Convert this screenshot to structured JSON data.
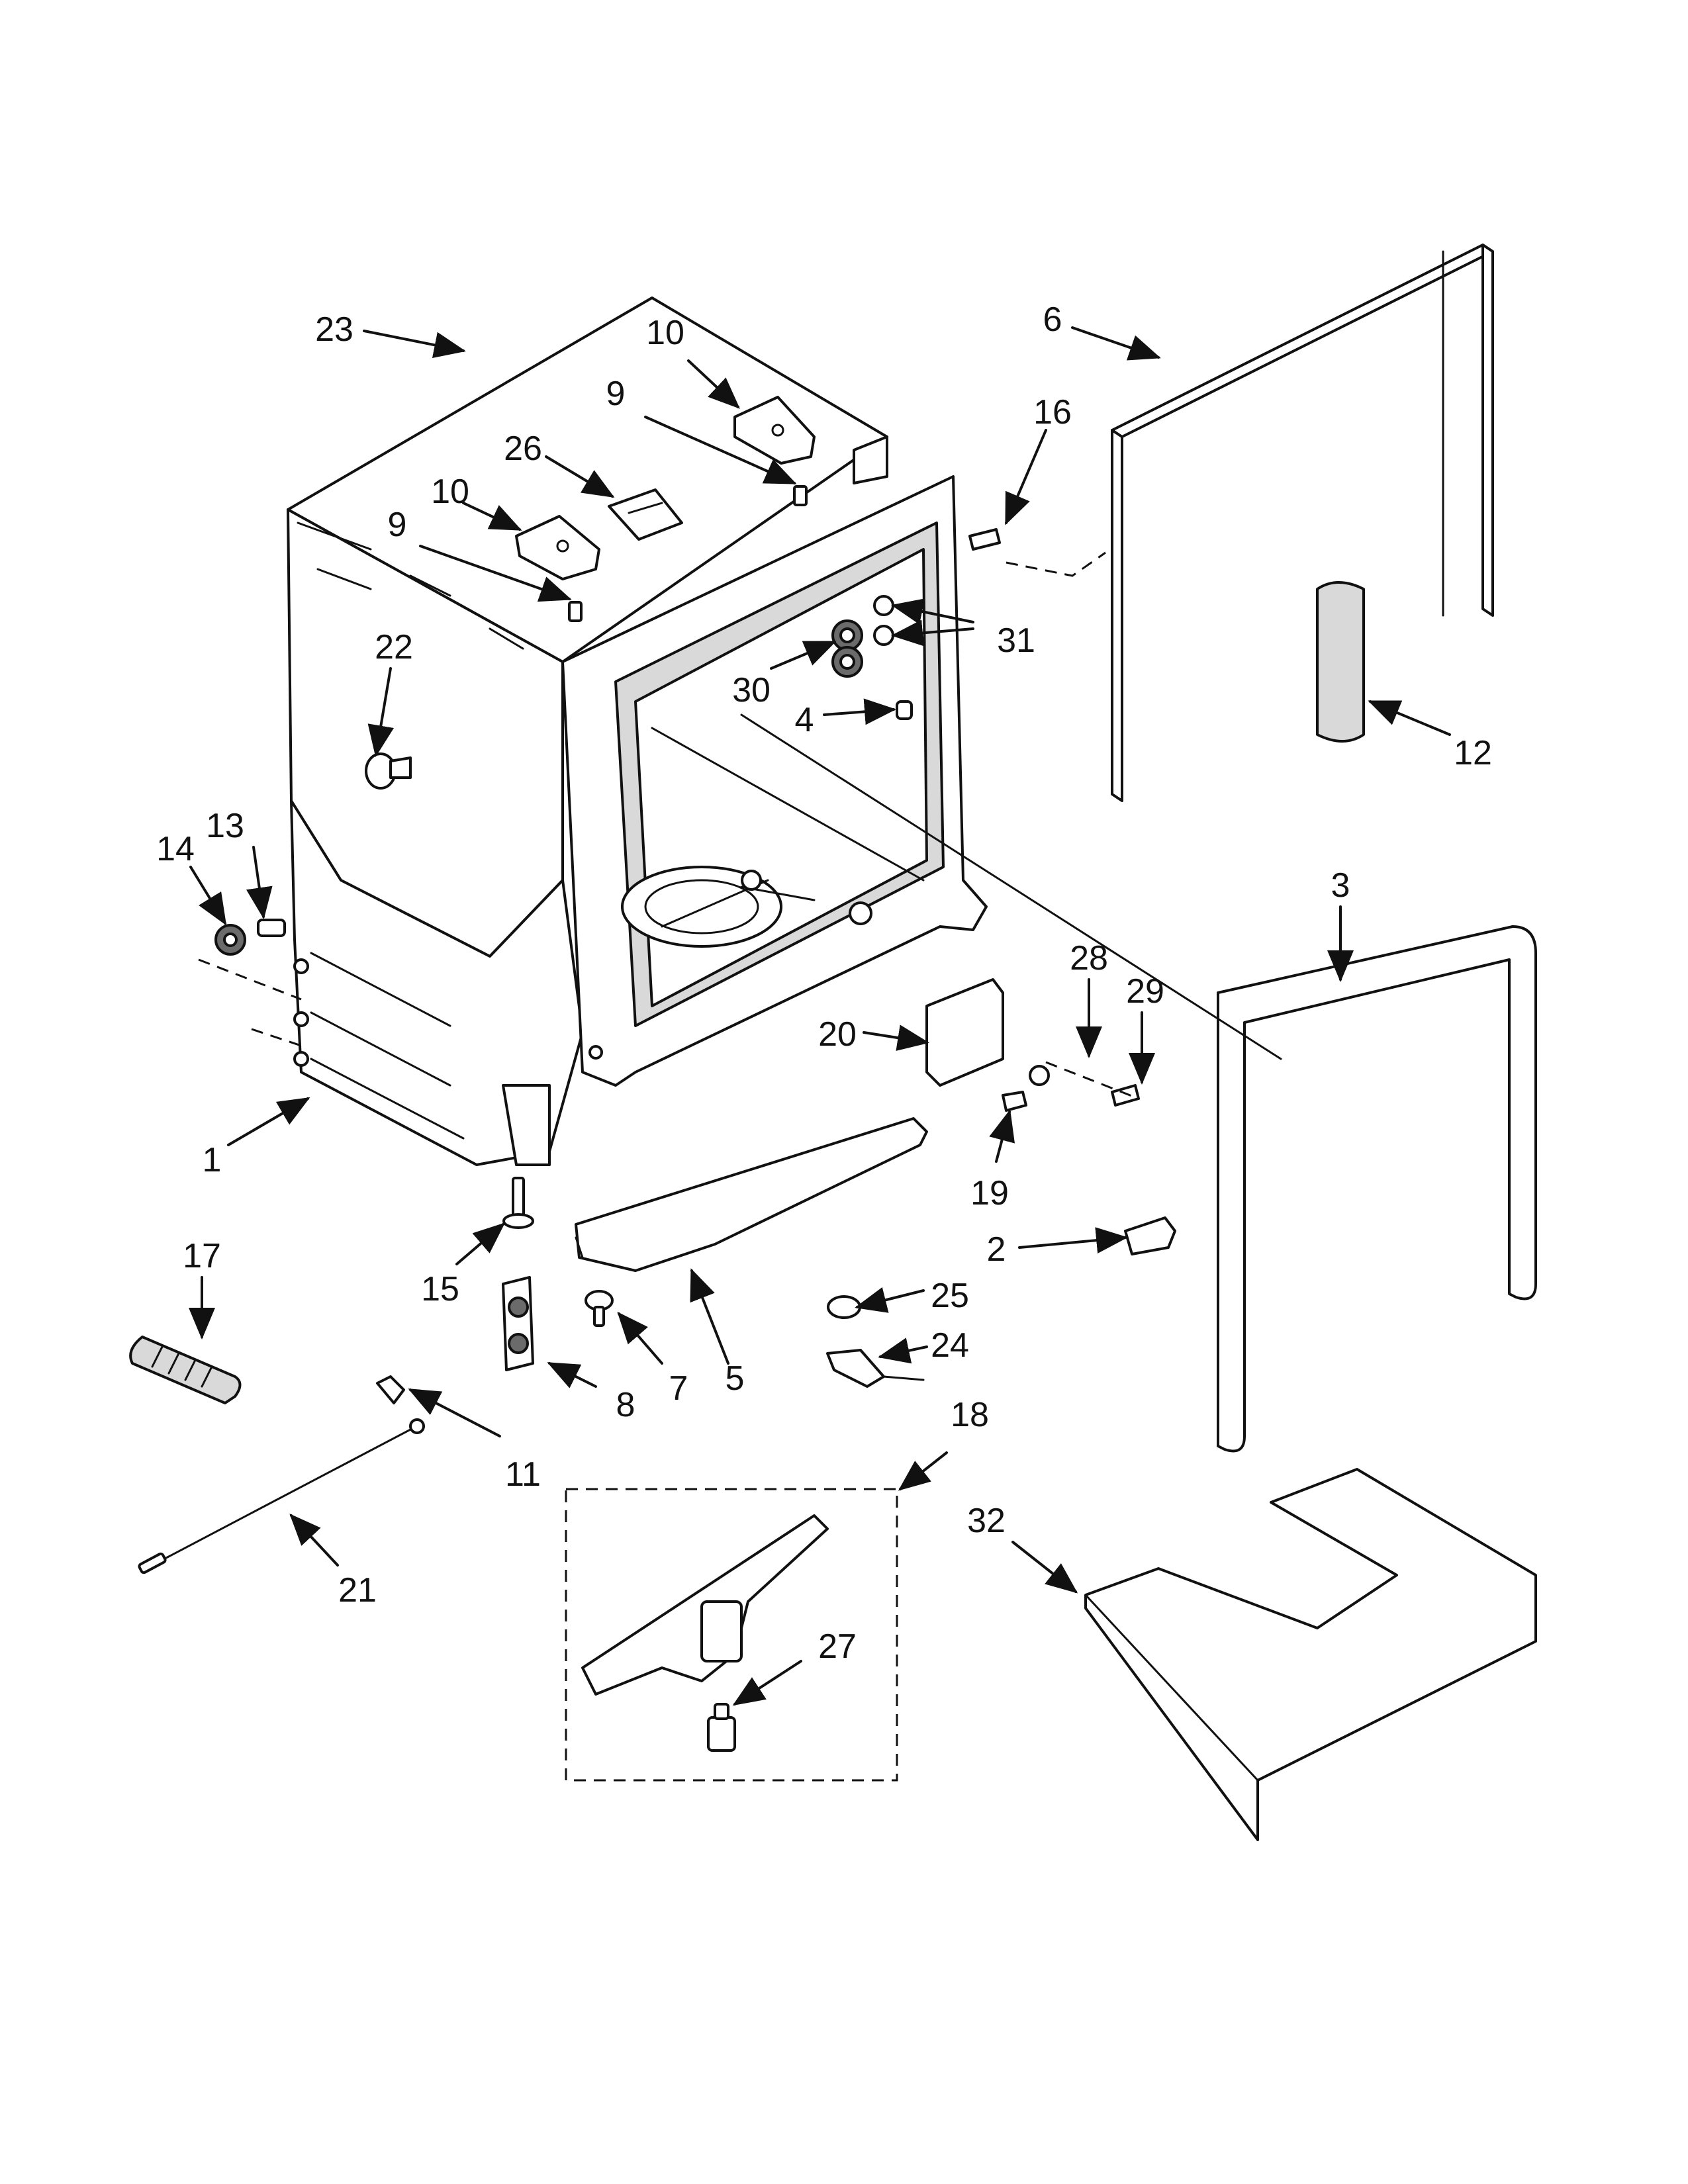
{
  "diagram": {
    "kind": "exploded parts view",
    "callouts": {
      "c1": "1",
      "c2": "2",
      "c3": "3",
      "c4": "4",
      "c5": "5",
      "c6": "6",
      "c7": "7",
      "c8": "8",
      "c9a": "9",
      "c9b": "9",
      "c10a": "10",
      "c10b": "10",
      "c11": "11",
      "c12": "12",
      "c13": "13",
      "c14": "14",
      "c15": "15",
      "c16": "16",
      "c17": "17",
      "c18": "18",
      "c19": "19",
      "c20": "20",
      "c21": "21",
      "c22": "22",
      "c23": "23",
      "c24": "24",
      "c25": "25",
      "c26": "26",
      "c27": "27",
      "c28": "28",
      "c29": "29",
      "c30": "30",
      "c31": "31",
      "c32": "32"
    }
  }
}
